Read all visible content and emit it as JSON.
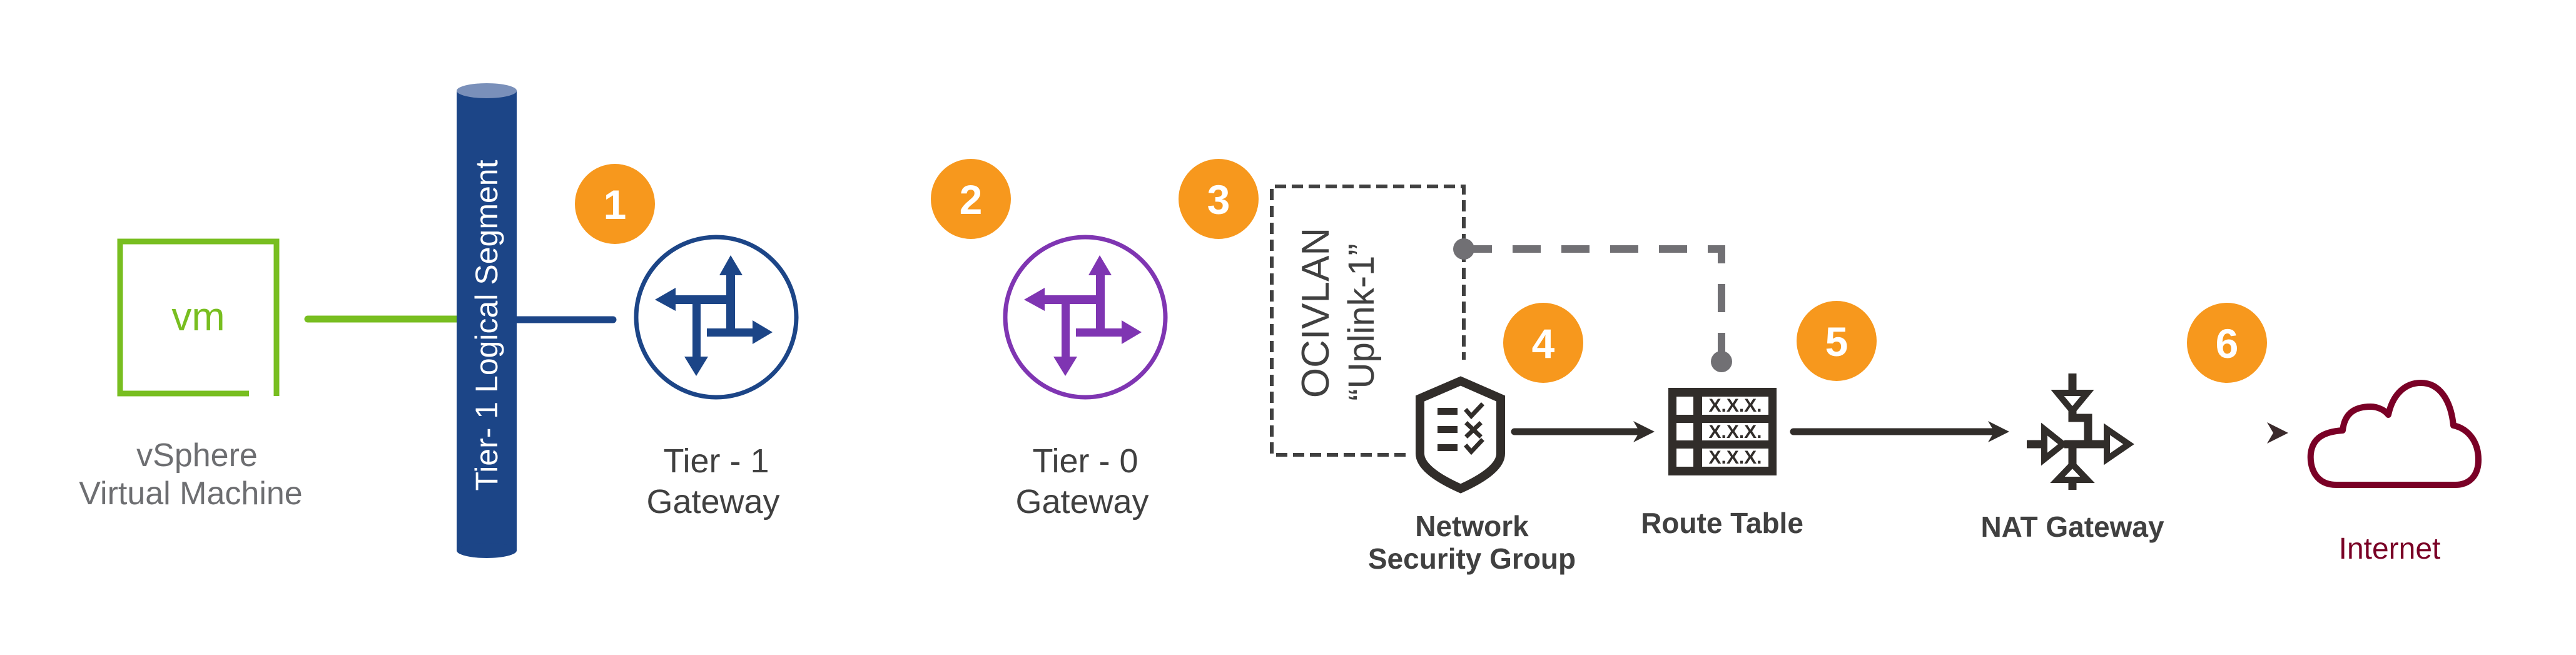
{
  "diagram": {
    "title": "",
    "colors": {
      "step_badge": "#f7981d",
      "vm_green": "#78be20",
      "segment_blue": "#1c4587",
      "segment_top": "#7a90ba",
      "tier0_purple": "#7f35b2",
      "oci_dark": "#312d2a",
      "dashed_gray": "#717074",
      "internet_red": "#7a0026",
      "label_gray": "#6d6e71",
      "label_dark": "#404040"
    },
    "nodes": {
      "vm": {
        "icon_text": "vm",
        "label_line1": "vSphere",
        "label_line2": "Virtual Machine"
      },
      "segment": {
        "label": "Tier- 1 Logical Segment"
      },
      "tier1": {
        "label_line1": "Tier - 1",
        "label_line2": "Gateway"
      },
      "tier0": {
        "label_line1": "Tier - 0",
        "label_line2": "Gateway"
      },
      "ocivlan": {
        "label_line1": "OCIVLAN",
        "label_line2": "“Uplink-1”"
      },
      "nsg": {
        "label_line1": "Network",
        "label_line2": "Security Group"
      },
      "route_table": {
        "label": "Route Table",
        "rows": [
          "X.X.X.",
          "X.X.X.",
          "X.X.X."
        ]
      },
      "nat": {
        "label": "NAT Gateway"
      },
      "internet": {
        "label": "Internet"
      }
    },
    "steps": [
      "1",
      "2",
      "3",
      "4",
      "5",
      "6"
    ],
    "icons": {
      "vm": "vm-box-icon",
      "segment": "logical-segment-cylinder-icon",
      "tier1": "router-arrows-icon",
      "tier0": "router-arrows-icon",
      "nsg": "shield-checklist-icon",
      "route_table": "route-table-icon",
      "nat": "nat-gateway-icon",
      "internet": "cloud-icon"
    }
  }
}
